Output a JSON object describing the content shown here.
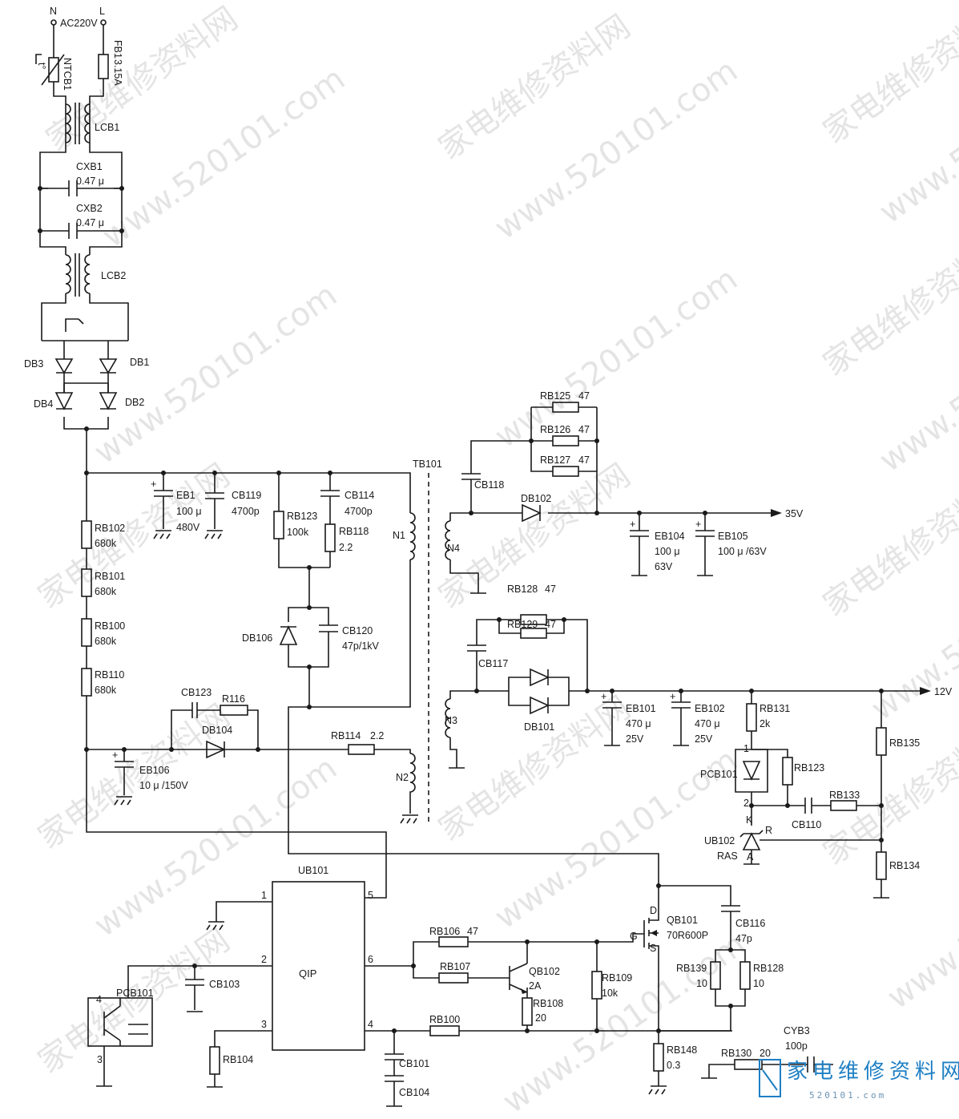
{
  "watermark": {
    "text_cn": "家电维修资料网",
    "text_url": "www.520101.com",
    "logo_text": "家电维修资料网",
    "logo_url": "520101.com"
  },
  "mains": {
    "n": "N",
    "l": "L",
    "voltage": "AC220V"
  },
  "input_section": {
    "ntc": "NTCB1",
    "ntc_symbol": "t°",
    "fuse": "FB1",
    "fuse_value": "3.15A",
    "choke1": "LCB1",
    "choke2": "LCB2",
    "cx1": "CXB1",
    "cx1_value": "0.47 μ",
    "cx2": "CXB2",
    "cx2_value": "0.47 μ",
    "diodes": [
      "DB3",
      "DB1",
      "DB4",
      "DB2"
    ]
  },
  "primary": {
    "eb1": "EB1",
    "eb1_value": "100 μ",
    "eb1_voltage": "480V",
    "cb119": "CB119",
    "cb119_value": "4700p",
    "rb123": "RB123",
    "rb123_value": "100k",
    "cb114": "CB114",
    "cb114_value": "4700p",
    "rb118": "RB118",
    "rb118_value": "2.2",
    "db106": "DB106",
    "cb120": "CB120",
    "cb120_value": "47p/1kV",
    "start_resistors": [
      {
        "ref": "RB102",
        "value": "680k"
      },
      {
        "ref": "RB101",
        "value": "680k"
      },
      {
        "ref": "RB100",
        "value": "680k"
      },
      {
        "ref": "RB110",
        "value": "680k"
      }
    ],
    "cb123": "CB123",
    "r116": "R116",
    "db104": "DB104",
    "rb114": "RB114",
    "rb114_value": "2.2",
    "eb106": "EB106",
    "eb106_value": "10 μ /150V"
  },
  "transformer": {
    "ref": "TB101",
    "n1": "N1",
    "n2": "N2",
    "n3": "N3",
    "n4": "N4"
  },
  "secondary_35v": {
    "rb125": "RB125",
    "rb125_value": "47",
    "rb126": "RB126",
    "rb126_value": "47",
    "rb127": "RB127",
    "rb127_value": "47",
    "cb118": "CB118",
    "db102": "DB102",
    "eb104": "EB104",
    "eb104_value": "100 μ",
    "eb104_voltage": "63V",
    "eb105": "EB105",
    "eb105_value": "100 μ /63V",
    "output": "35V"
  },
  "secondary_12v": {
    "rb128": "RB128",
    "rb128_value": "47",
    "rb129": "RB129",
    "rb129_value": "47",
    "cb117": "CB117",
    "db101": "DB101",
    "eb101": "EB101",
    "eb101_value": "470 μ",
    "eb101_voltage": "25V",
    "eb102": "EB102",
    "eb102_value": "470 μ",
    "eb102_voltage": "25V",
    "output": "12V"
  },
  "feedback": {
    "rb131": "RB131",
    "rb131_value": "2k",
    "pcb101": "PCB101",
    "pin1": "1",
    "pin2": "2",
    "rb123": "RB123",
    "cb110": "CB110",
    "rb133": "RB133",
    "rb135": "RB135",
    "rb134": "RB134",
    "ub102": "UB102",
    "ub102_type": "RAS",
    "k": "K",
    "r": "R",
    "a": "A"
  },
  "controller": {
    "ic_ref": "UB101",
    "ic_label": "QIP",
    "pins": [
      "1",
      "2",
      "3",
      "4",
      "5",
      "6"
    ],
    "cb103": "CB103",
    "rb104": "RB104",
    "pcb101": "PCB101",
    "opto_pin4": "4",
    "opto_pin3": "3",
    "cb101": "CB101",
    "cb104": "CB104",
    "rb106": "RB106",
    "rb106_value": "47",
    "rb107": "RB107",
    "qb102": "QB102",
    "qb102_value": "2A",
    "rb108": "RB108",
    "rb108_value": "20",
    "rb109": "RB109",
    "rb109_value": "10k",
    "rb100": "RB100"
  },
  "switch": {
    "qb101": "QB101",
    "qb101_type": "70R600P",
    "d": "D",
    "g": "G",
    "s": "S",
    "cb116": "CB116",
    "cb116_value": "47p",
    "rb139": "RB139",
    "rb139_value": "10",
    "rb128": "RB128",
    "rb128_value": "10",
    "rb148": "RB148",
    "rb148_value": "0.3",
    "rb130": "RB130",
    "rb130_value": "20",
    "cyb3": "CYB3",
    "cyb3_value": "100p"
  }
}
